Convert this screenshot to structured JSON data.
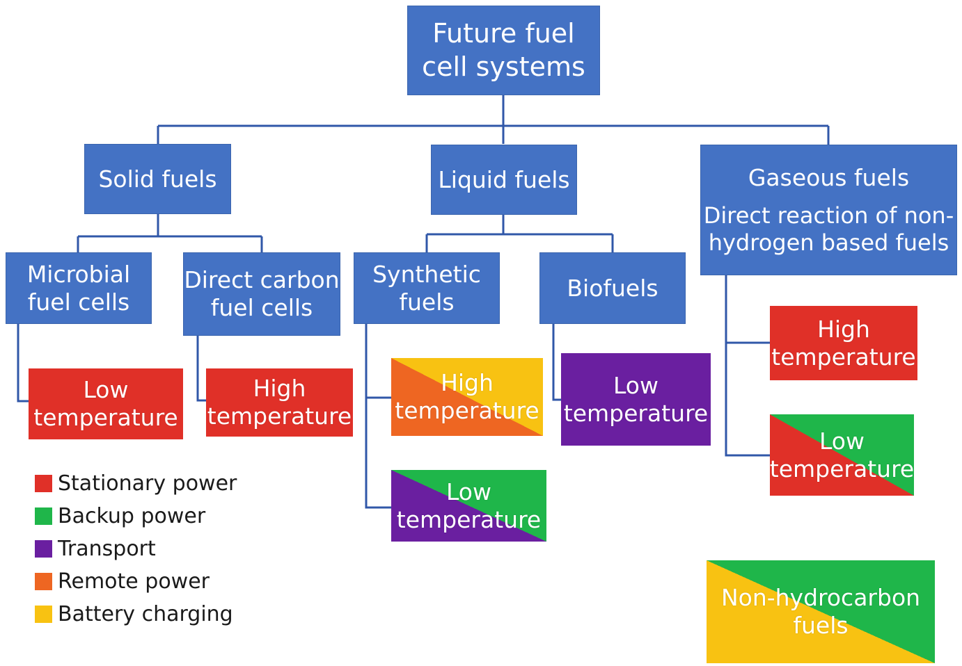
{
  "colors": {
    "blue": "#4472c4",
    "line": "#3057a8",
    "stationary": "#e03028",
    "backup": "#1fb64a",
    "transport": "#6a1fa0",
    "remote": "#ee6622",
    "battery": "#f8c212"
  },
  "root": {
    "line1": "Future fuel",
    "line2": "cell systems"
  },
  "categories": {
    "solid": {
      "label": "Solid fuels"
    },
    "liquid": {
      "label": "Liquid fuels"
    },
    "gaseous": {
      "label": "Gaseous fuels",
      "sub_line1": "Direct reaction of non-",
      "sub_line2": "hydrogen based fuels"
    }
  },
  "subcategories": {
    "microbial": {
      "line1": "Microbial",
      "line2": "fuel cells"
    },
    "dcfc": {
      "line1": "Direct carbon",
      "line2": "fuel cells"
    },
    "synthetic": {
      "line1": "Synthetic",
      "line2": "fuels"
    },
    "biofuels": {
      "label": "Biofuels"
    }
  },
  "temps": {
    "micro": {
      "line1": "Low",
      "line2": "temperature"
    },
    "dcfc": {
      "line1": "High",
      "line2": "temperature"
    },
    "syn_high": {
      "line1": "High",
      "line2": "temperature"
    },
    "syn_low": {
      "line1": "Low",
      "line2": "temperature"
    },
    "bio": {
      "line1": "Low",
      "line2": "temperature"
    },
    "gas_high": {
      "line1": "High",
      "line2": "temperature"
    },
    "gas_low": {
      "line1": "Low",
      "line2": "temperature"
    }
  },
  "non_hydrocarbon": {
    "line1": "Non-hydrocarbon",
    "line2": "fuels"
  },
  "legend": [
    {
      "label": "Stationary power",
      "color": "#e03028"
    },
    {
      "label": "Backup power",
      "color": "#1fb64a"
    },
    {
      "label": "Transport",
      "color": "#6a1fa0"
    },
    {
      "label": "Remote power",
      "color": "#ee6622"
    },
    {
      "label": "Battery charging",
      "color": "#f8c212"
    }
  ]
}
